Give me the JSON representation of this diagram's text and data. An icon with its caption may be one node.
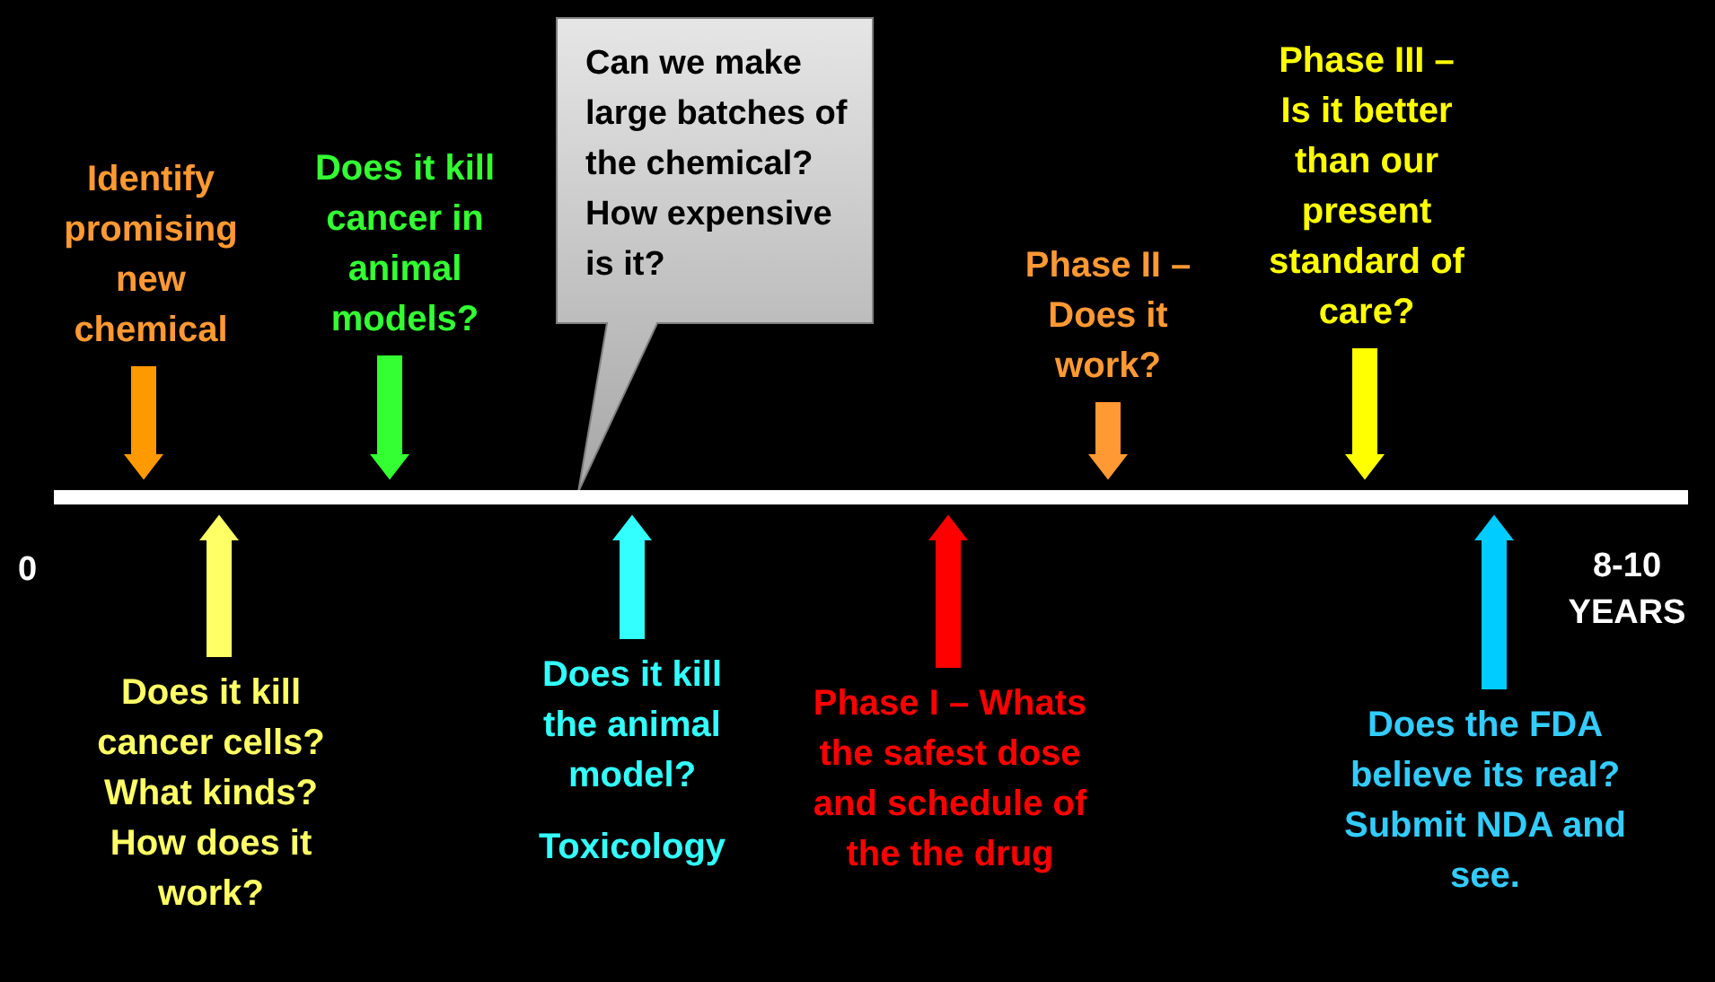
{
  "diagram": {
    "nodes": [
      {
        "text": [
          "Identify promising new chemical"
        ]
      },
      {
        "text": [
          "Does it kill cancer in animal models?"
        ]
      },
      {
        "text": [
          "Can we make large batches of the chemical? How expensive is it?"
        ]
      },
      {
        "text": [
          "Phase II – Does it work?"
        ]
      },
      {
        "text": [
          "Phase III – Is it better than our present standard of care?"
        ]
      },
      {
        "text": [],
        "shape": "bar"
      },
      {
        "text": [
          "Does it kill cancer cells? What kinds? How does it work?"
        ]
      },
      {
        "text": [
          "Does it kill the animal model?",
          "Toxicology"
        ]
      },
      {
        "text": [
          "Phase I – Whats the safest dose and schedule of the the drug"
        ]
      },
      {
        "text": [
          "Does the FDA believe its real? Submit NDA and see."
        ]
      }
    ],
    "edges": [
      {
        "from": 0,
        "to": 5,
        "arrow": "to",
        "color": "#ff9900"
      },
      {
        "from": 1,
        "to": 5,
        "arrow": "to",
        "color": "#33ff33"
      },
      {
        "from": 3,
        "to": 5,
        "arrow": "to",
        "color": "#ff9933"
      },
      {
        "from": 4,
        "to": 5,
        "arrow": "to",
        "color": "#ffff00"
      },
      {
        "from": 6,
        "to": 5,
        "arrow": "to",
        "color": "#ffff66"
      },
      {
        "from": 7,
        "to": 5,
        "arrow": "to",
        "color": "#33ffff"
      },
      {
        "from": 8,
        "to": 5,
        "arrow": "to",
        "color": "#ff0000"
      },
      {
        "from": 9,
        "to": 5,
        "arrow": "to",
        "color": "#00ccff"
      }
    ],
    "labels": [
      "0",
      "8-10 YEARS"
    ]
  }
}
